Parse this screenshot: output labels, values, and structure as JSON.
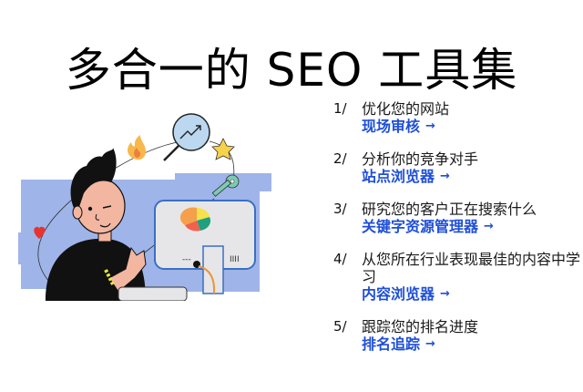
{
  "title": "多合一的 SEO 工具集",
  "accent_color": "#1f4fd8",
  "steps": [
    {
      "num": "1/",
      "desc": "优化您的网站",
      "link": "现场审核",
      "arrow": "→"
    },
    {
      "num": "2/",
      "desc": "分析你的竞争对手",
      "link": "站点浏览器",
      "arrow": "→"
    },
    {
      "num": "3/",
      "desc": "研究您的客户正在搜索什么",
      "link": "关键字资源管理器",
      "arrow": "→"
    },
    {
      "num": "4/",
      "desc": "从您所在行业表现最佳的内容中学习",
      "link": "内容浏览器",
      "arrow": "→"
    },
    {
      "num": "5/",
      "desc": "跟踪您的排名进度",
      "link": "排名追踪",
      "arrow": "→"
    }
  ],
  "illustration": {
    "icons": [
      "growth-chart-magnifier",
      "fire",
      "star",
      "key",
      "heart",
      "pie-chart"
    ],
    "monitor_left_label": "---",
    "monitor_right_label": "IIII"
  }
}
